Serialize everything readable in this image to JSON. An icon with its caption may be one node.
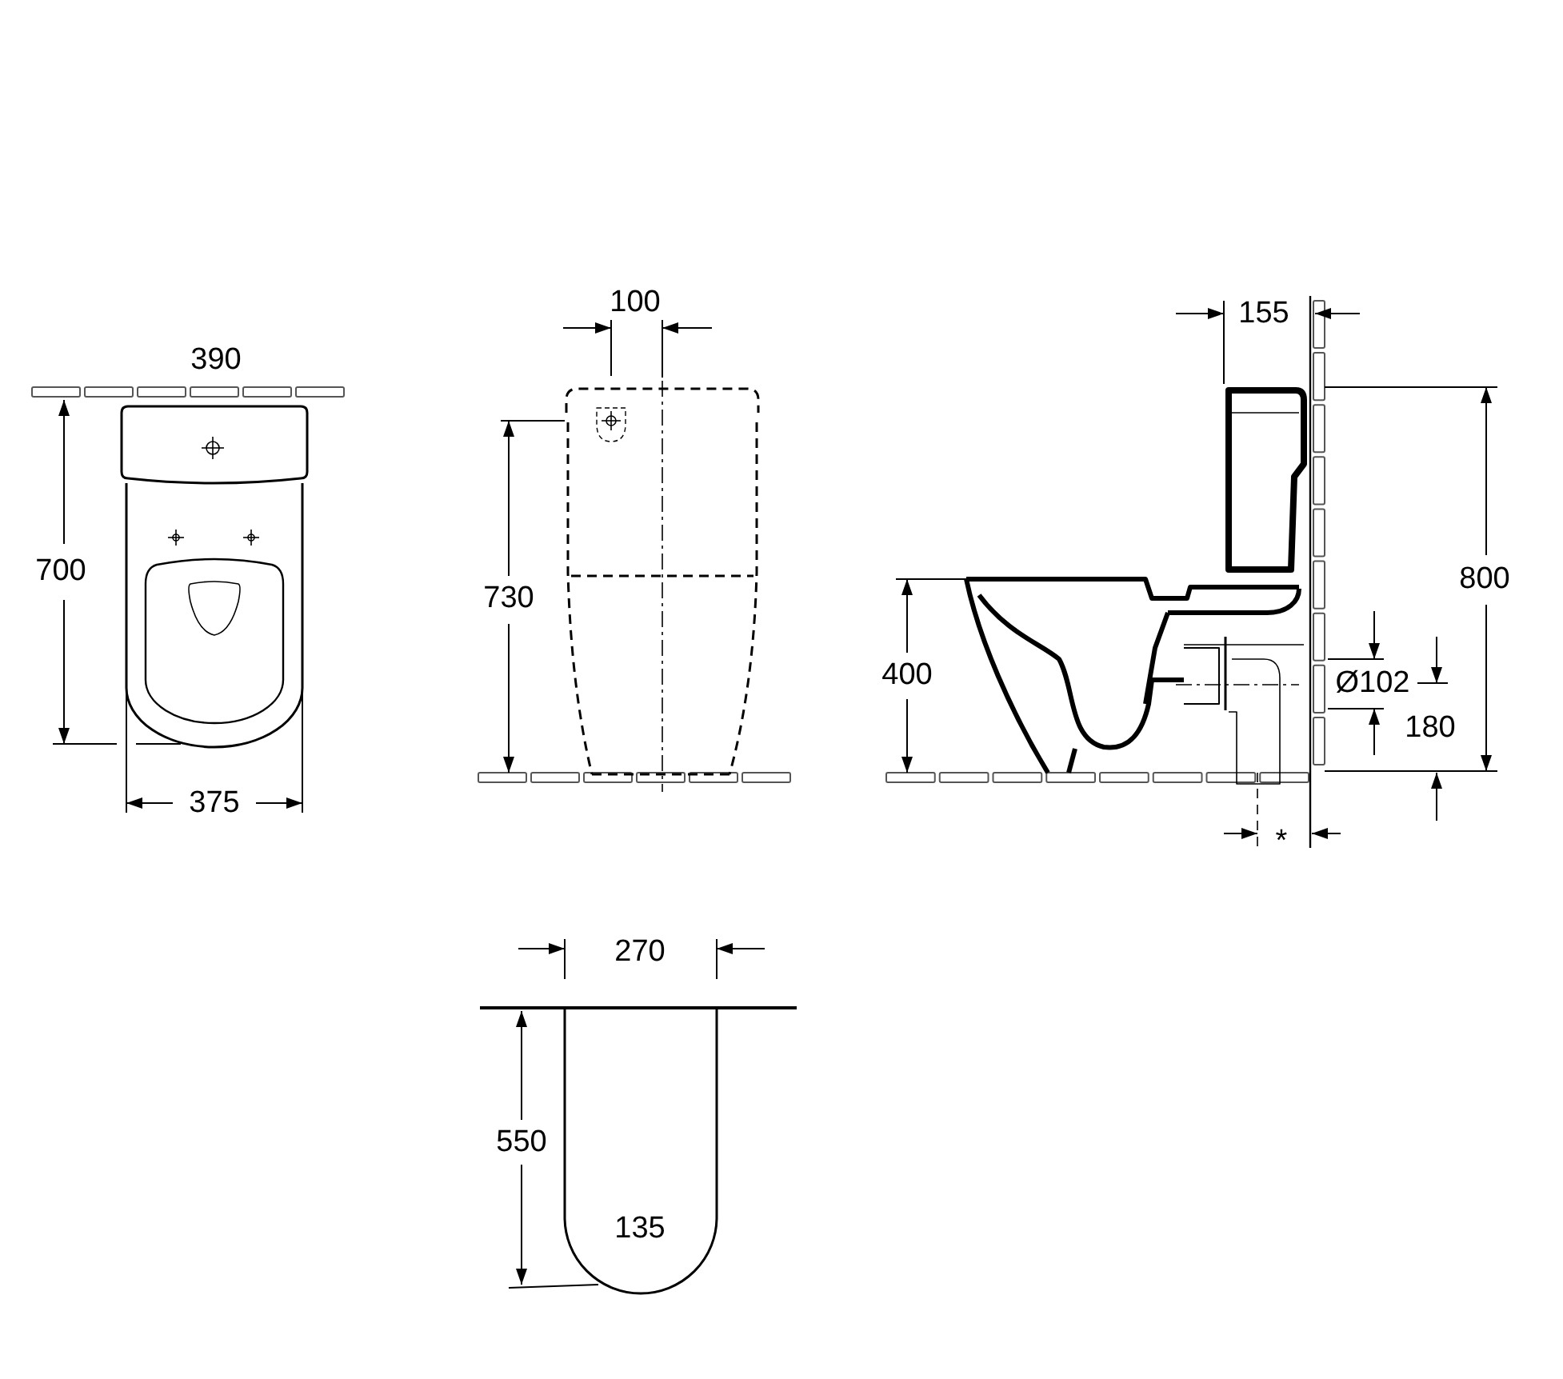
{
  "diagram": {
    "labels": [
      "100",
      "155",
      "390",
      "700",
      "730",
      "800",
      "400",
      "Ø102",
      "180",
      "375",
      "*",
      "270",
      "550",
      "135"
    ]
  }
}
